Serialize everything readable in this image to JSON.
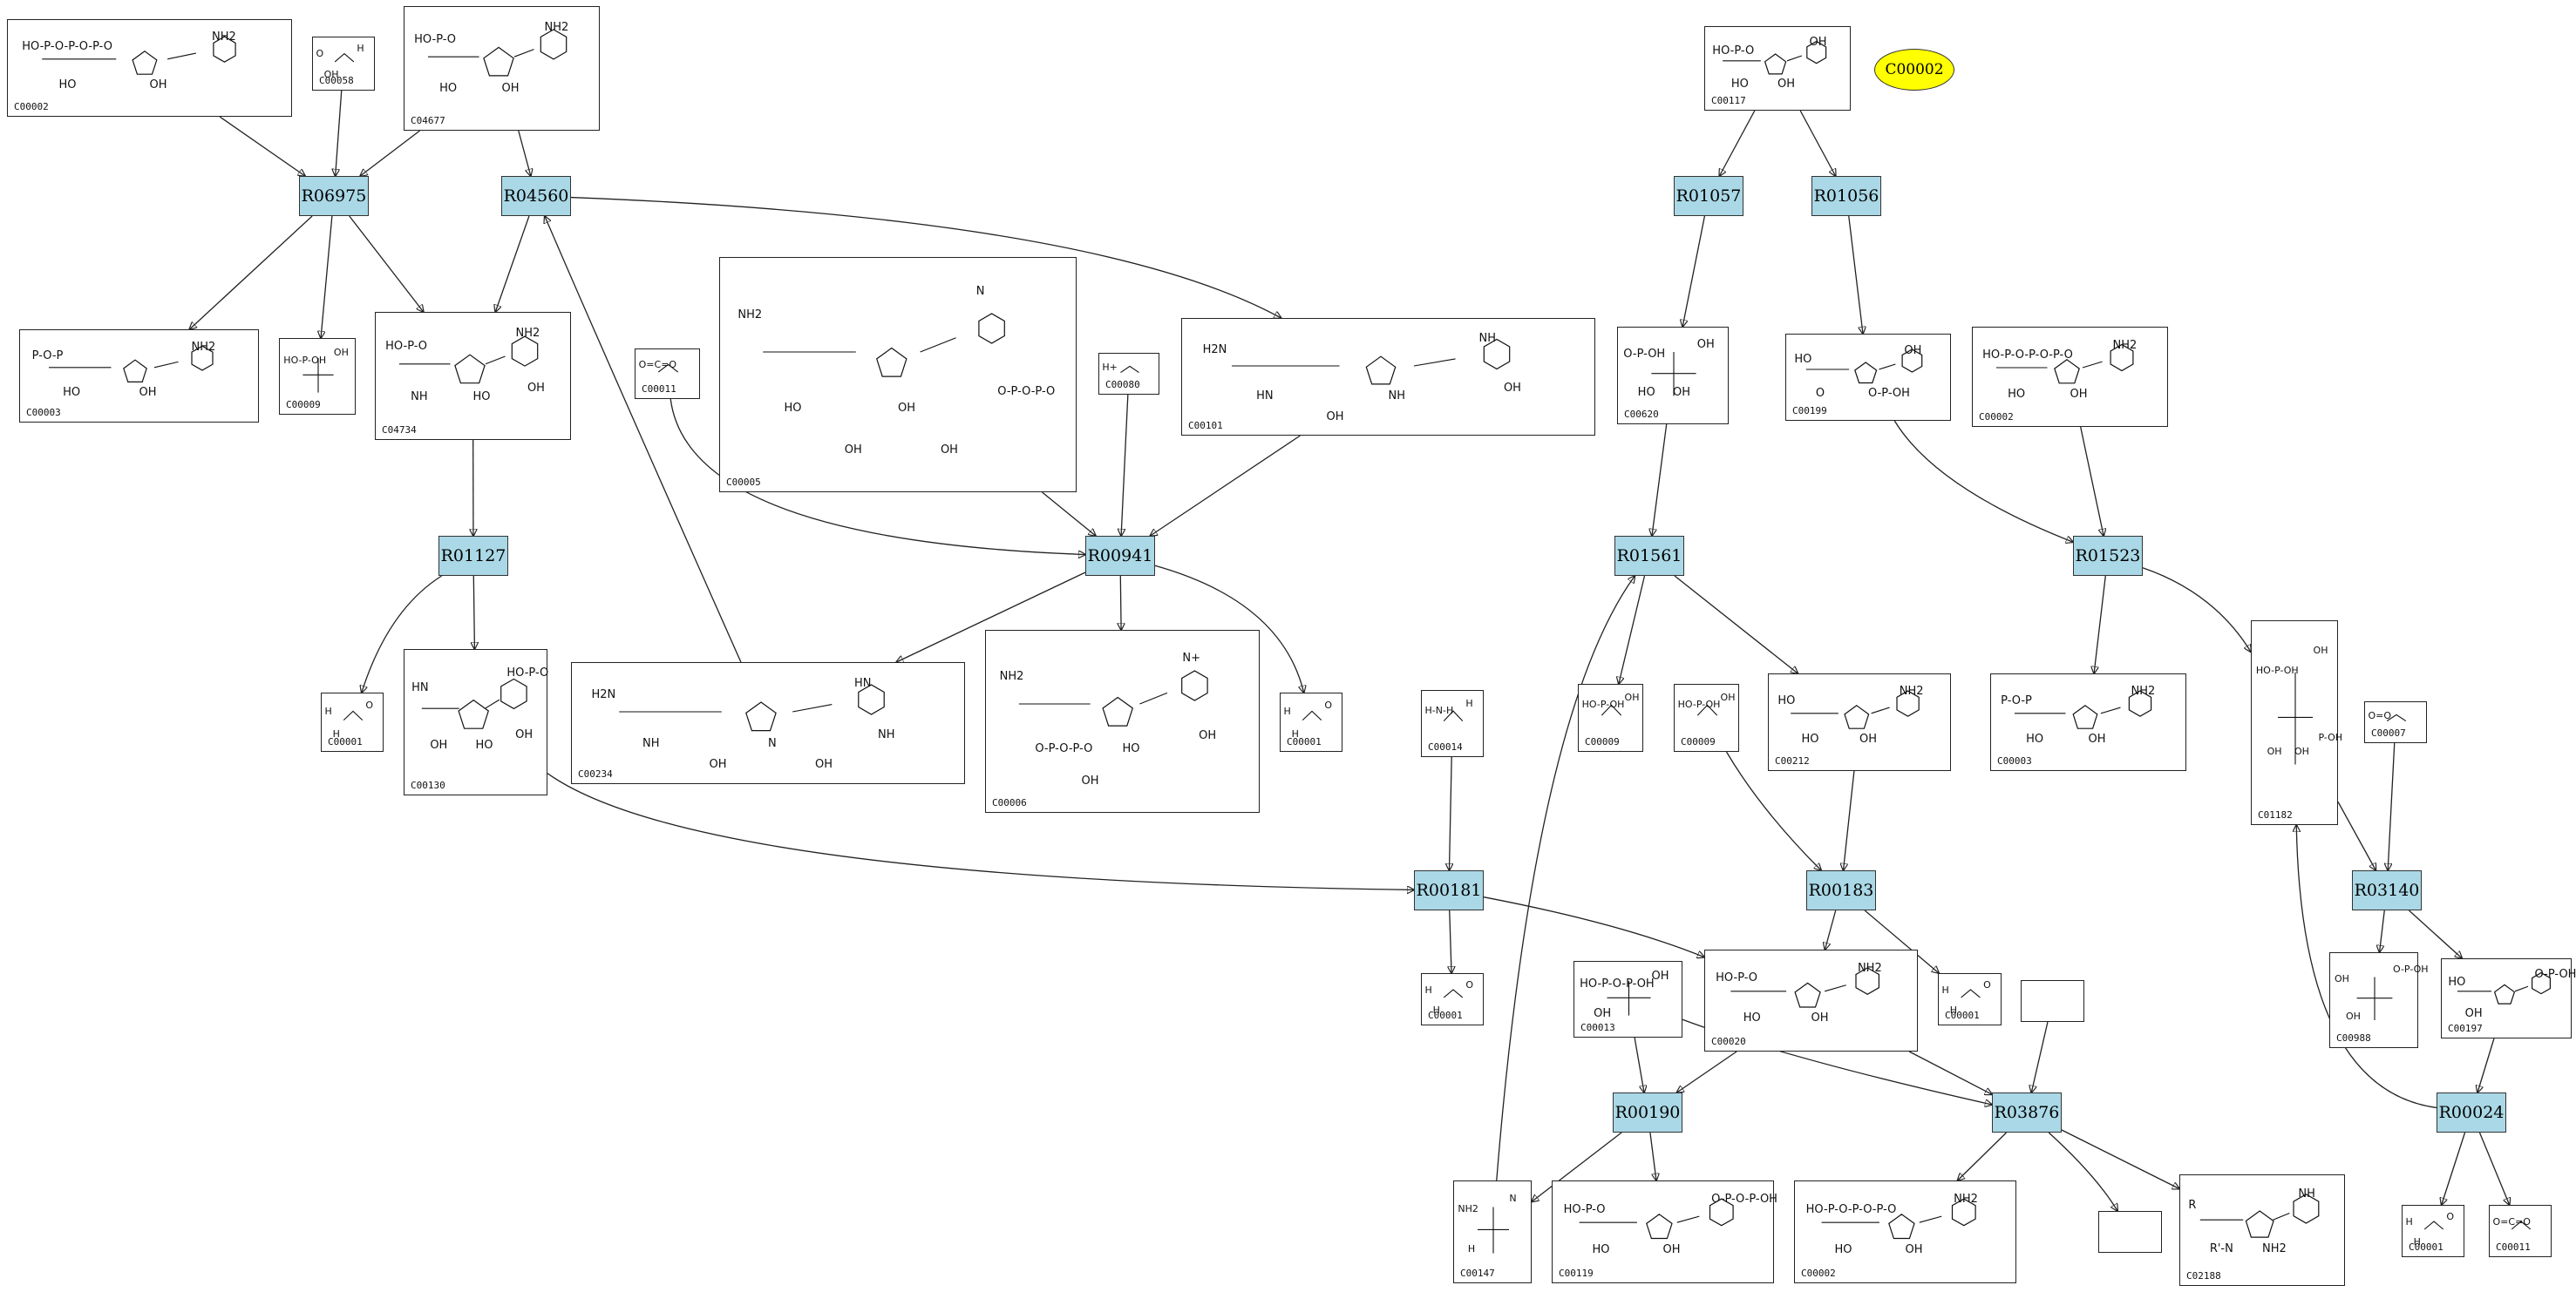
{
  "selected_compound": "C00002",
  "compounds": [
    {
      "id": "n1",
      "label": "C00002",
      "atoms": [
        "HO-P-O-P-O-P-O",
        "NH2",
        "HO",
        "OH"
      ]
    },
    {
      "id": "n2",
      "label": "C00058",
      "atoms": [
        "O",
        "H",
        "OH"
      ]
    },
    {
      "id": "n3",
      "label": "C04677",
      "atoms": [
        "HO-P-O",
        "NH2",
        "HO",
        "OH"
      ]
    },
    {
      "id": "n4",
      "label": "C00003",
      "atoms": [
        "P-O-P",
        "NH2",
        "HO",
        "OH"
      ]
    },
    {
      "id": "n5",
      "label": "C00009",
      "atoms": [
        "HO-P-OH",
        "OH"
      ]
    },
    {
      "id": "n6",
      "label": "C04734",
      "atoms": [
        "HO-P-O",
        "NH2",
        "NH",
        "HO",
        "OH"
      ]
    },
    {
      "id": "n7",
      "label": "C00011",
      "atoms": [
        "O=C=O"
      ]
    },
    {
      "id": "n8",
      "label": "C00005",
      "atoms": [
        "NH2",
        "N",
        "HO",
        "OH",
        "O-P-O-P-O",
        "OH",
        "OH"
      ]
    },
    {
      "id": "n9",
      "label": "C00080",
      "atoms": [
        "H+"
      ]
    },
    {
      "id": "n10",
      "label": "C00101",
      "atoms": [
        "H2N",
        "NH",
        "HN",
        "NH",
        "OH",
        "OH"
      ]
    },
    {
      "id": "n11",
      "label": "C00001",
      "atoms": [
        "H",
        "O",
        "H"
      ]
    },
    {
      "id": "n12",
      "label": "C00130",
      "atoms": [
        "HN",
        "HO-P-O",
        "OH",
        "HO",
        "OH"
      ]
    },
    {
      "id": "n13",
      "label": "C00234",
      "atoms": [
        "H2N",
        "HN",
        "NH",
        "N",
        "NH",
        "OH",
        "OH"
      ]
    },
    {
      "id": "n14",
      "label": "C00006",
      "atoms": [
        "NH2",
        "N+",
        "O-P-O-P-O",
        "HO",
        "OH",
        "OH"
      ]
    },
    {
      "id": "n15",
      "label": "C00001",
      "atoms": [
        "H",
        "O",
        "H"
      ]
    },
    {
      "id": "n16",
      "label": "C00117",
      "atoms": [
        "HO-P-O",
        "OH",
        "HO",
        "OH"
      ]
    },
    {
      "id": "n17",
      "label": "C00620",
      "atoms": [
        "O-P-OH",
        "OH",
        "HO",
        "OH"
      ]
    },
    {
      "id": "n18",
      "label": "C00199",
      "atoms": [
        "HO",
        "OH",
        "O",
        "O-P-OH"
      ]
    },
    {
      "id": "n19",
      "label": "C00002",
      "atoms": [
        "HO-P-O-P-O-P-O",
        "NH2",
        "HO",
        "OH"
      ]
    },
    {
      "id": "n20",
      "label": "C00014",
      "atoms": [
        "H-N-H",
        "H"
      ]
    },
    {
      "id": "n21",
      "label": "C00009",
      "atoms": [
        "HO-P-OH",
        "OH"
      ]
    },
    {
      "id": "n22",
      "label": "C00009",
      "atoms": [
        "HO-P-OH",
        "OH"
      ]
    },
    {
      "id": "n23",
      "label": "C00212",
      "atoms": [
        "HO",
        "NH2",
        "HO",
        "OH"
      ]
    },
    {
      "id": "n24",
      "label": "C00003",
      "atoms": [
        "P-O-P",
        "NH2",
        "HO",
        "OH"
      ]
    },
    {
      "id": "n25",
      "label": "C01182",
      "atoms": [
        "HO-P-OH",
        "OH",
        "OH",
        "OH",
        "P-OH"
      ]
    },
    {
      "id": "n26",
      "label": "C00007",
      "atoms": [
        "O=O"
      ]
    },
    {
      "id": "n27",
      "label": "C00001",
      "atoms": [
        "H",
        "O",
        "H"
      ]
    },
    {
      "id": "n28",
      "label": "C00013",
      "atoms": [
        "HO-P-O-P-OH",
        "OH",
        "OH"
      ]
    },
    {
      "id": "n29",
      "label": "C00020",
      "atoms": [
        "HO-P-O",
        "NH2",
        "HO",
        "OH"
      ]
    },
    {
      "id": "n30",
      "label": "C00001",
      "atoms": [
        "H",
        "O",
        "H"
      ]
    },
    {
      "id": "n31",
      "label": "",
      "atoms": []
    },
    {
      "id": "n32",
      "label": "C00988",
      "atoms": [
        "OH",
        "O-P-OH",
        "OH"
      ]
    },
    {
      "id": "n33",
      "label": "C00197",
      "atoms": [
        "HO",
        "O-P-OH",
        "OH"
      ]
    },
    {
      "id": "n34",
      "label": "C00147",
      "atoms": [
        "NH2",
        "N",
        "H"
      ]
    },
    {
      "id": "n35",
      "label": "C00119",
      "atoms": [
        "HO-P-O",
        "O-P-O-P-OH",
        "HO",
        "OH"
      ]
    },
    {
      "id": "n36",
      "label": "C00002",
      "atoms": [
        "HO-P-O-P-O-P-O",
        "NH2",
        "HO",
        "OH"
      ]
    },
    {
      "id": "n37",
      "label": "",
      "atoms": []
    },
    {
      "id": "n38",
      "label": "C02188",
      "atoms": [
        "R",
        "NH",
        "R'-N",
        "NH2"
      ]
    },
    {
      "id": "n39",
      "label": "C00001",
      "atoms": [
        "H",
        "O",
        "H"
      ]
    },
    {
      "id": "n40",
      "label": "C00011",
      "atoms": [
        "O=C=O"
      ]
    }
  ],
  "reactions": [
    {
      "id": "r1",
      "label": "R06975"
    },
    {
      "id": "r2",
      "label": "R04560"
    },
    {
      "id": "r3",
      "label": "R01127"
    },
    {
      "id": "r4",
      "label": "R00941"
    },
    {
      "id": "r5",
      "label": "R01057"
    },
    {
      "id": "r6",
      "label": "R01056"
    },
    {
      "id": "r7",
      "label": "R01561"
    },
    {
      "id": "r8",
      "label": "R01523"
    },
    {
      "id": "r9",
      "label": "R00181"
    },
    {
      "id": "r10",
      "label": "R00183"
    },
    {
      "id": "r11",
      "label": "R03140"
    },
    {
      "id": "r12",
      "label": "R00190"
    },
    {
      "id": "r13",
      "label": "R03876"
    },
    {
      "id": "r14",
      "label": "R00024"
    }
  ],
  "edges": [
    [
      "n1",
      "r1"
    ],
    [
      "n2",
      "r1"
    ],
    [
      "n3",
      "r1"
    ],
    [
      "r1",
      "n4"
    ],
    [
      "r1",
      "n5"
    ],
    [
      "r1",
      "n6"
    ],
    [
      "n3",
      "r2"
    ],
    [
      "r2",
      "n6"
    ],
    [
      "r2",
      "n10"
    ],
    [
      "n13",
      "r2"
    ],
    [
      "n6",
      "r3"
    ],
    [
      "r3",
      "n11"
    ],
    [
      "r3",
      "n12"
    ],
    [
      "n7",
      "r4"
    ],
    [
      "n8",
      "r4"
    ],
    [
      "n9",
      "r4"
    ],
    [
      "n10",
      "r4"
    ],
    [
      "r4",
      "n13"
    ],
    [
      "r4",
      "n14"
    ],
    [
      "r4",
      "n15"
    ],
    [
      "n16",
      "r5"
    ],
    [
      "n16",
      "r6"
    ],
    [
      "r5",
      "n17"
    ],
    [
      "r6",
      "n18"
    ],
    [
      "n17",
      "r7"
    ],
    [
      "n34",
      "r7"
    ],
    [
      "r7",
      "n21"
    ],
    [
      "r7",
      "n23"
    ],
    [
      "n18",
      "r8"
    ],
    [
      "n19",
      "r8"
    ],
    [
      "r8",
      "n24"
    ],
    [
      "r8",
      "n25"
    ],
    [
      "n12",
      "r9"
    ],
    [
      "n20",
      "r9"
    ],
    [
      "r9",
      "n27"
    ],
    [
      "r9",
      "n29"
    ],
    [
      "n22",
      "r10"
    ],
    [
      "n23",
      "r10"
    ],
    [
      "r10",
      "n29"
    ],
    [
      "r10",
      "n30"
    ],
    [
      "n25",
      "r11"
    ],
    [
      "n26",
      "r11"
    ],
    [
      "r11",
      "n32"
    ],
    [
      "r11",
      "n33"
    ],
    [
      "n28",
      "r12"
    ],
    [
      "n29",
      "r12"
    ],
    [
      "r12",
      "n34"
    ],
    [
      "r12",
      "n35"
    ],
    [
      "n28",
      "r13"
    ],
    [
      "n29",
      "r13"
    ],
    [
      "n31",
      "r13"
    ],
    [
      "r13",
      "n36"
    ],
    [
      "r13",
      "n37"
    ],
    [
      "r13",
      "n38"
    ],
    [
      "n33",
      "r14"
    ],
    [
      "r14",
      "n25"
    ],
    [
      "r14",
      "n39"
    ],
    [
      "r14",
      "n40"
    ]
  ]
}
